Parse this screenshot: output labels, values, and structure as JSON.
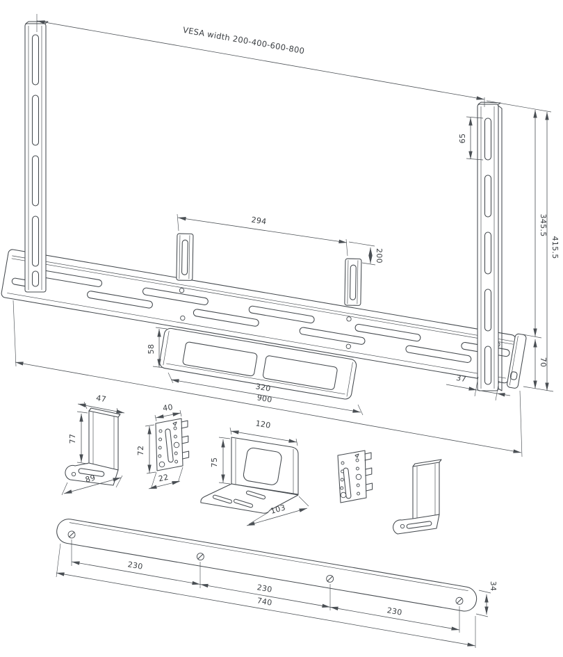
{
  "drawing": {
    "title": "VESA soundbar bracket technical drawing",
    "labels": {
      "vesa_width": "VESA width 200-400-600-800",
      "slot_height": "65",
      "tab_spacing": "294",
      "vesa_vertical": "200",
      "strip_height": "345.5",
      "total_height": "415.5",
      "rail_height": "70",
      "strip_width": "37",
      "plate_height": "58",
      "plate_width": "320",
      "rail_length": "900",
      "l_bracket_width": "47",
      "l_bracket_height": "77",
      "l_bracket_depth": "89",
      "clamp_width": "40",
      "clamp_height": "72",
      "clamp_depth": "22",
      "shelf_width": "120",
      "shelf_height": "75",
      "shelf_depth": "103",
      "bar_spacing_1": "230",
      "bar_spacing_2": "230",
      "bar_spacing_3": "230",
      "bar_length": "740",
      "bar_height": "34"
    }
  }
}
